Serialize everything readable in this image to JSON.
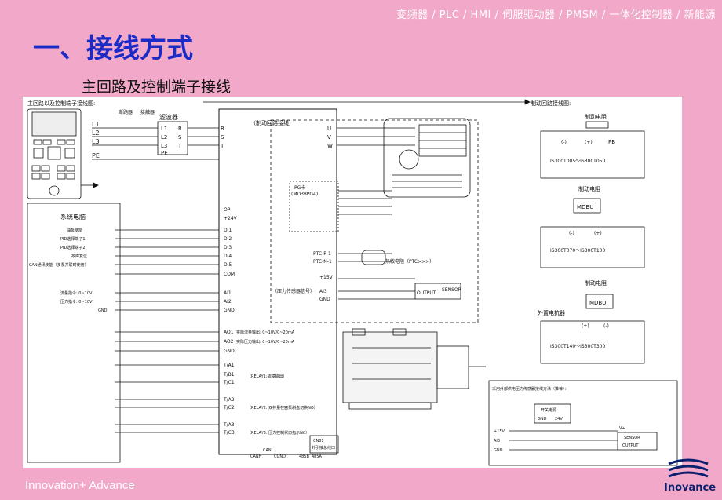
{
  "header": {
    "product_tags": "变频器 / PLC / HMI / 伺服驱动器 / PMSM / 一体化控制器 / 新能源",
    "title": "一、接线方式",
    "subtitle": "主回路及控制端子接线"
  },
  "diagram": {
    "main_caption": "主回路以及控制端子接线图:",
    "brake_caption": "制动回路接线图:",
    "breaker": "断路器",
    "contactor": "接触器",
    "filter": "滤波器",
    "brake_circuit": "（制动回路接线）",
    "mains": [
      "L1",
      "L2",
      "L3"
    ],
    "outputs": [
      "R",
      "S",
      "T"
    ],
    "motor_terms": [
      "U",
      "V",
      "W"
    ],
    "pe": "PE",
    "pe_filter": "PE",
    "pg_card": "PG卡",
    "pg_card_model": "(MD38PG4)",
    "system_computer": "系统电脑",
    "op_terms": [
      "OP",
      "+24V"
    ],
    "di_labels": [
      "油泵使能",
      "PID选择端子1",
      "PID选择端子2",
      "故障复位",
      "CAN通讯使能（多泵并联时使用）"
    ],
    "di_terms": [
      "DI1",
      "DI2",
      "DI3",
      "DI4",
      "DI5",
      "COM"
    ],
    "ai_labels": [
      "流量指令: 0~10V",
      "压力指令: 0~10V",
      "GND"
    ],
    "ai_terms": [
      "AI1",
      "AI2",
      "GND"
    ],
    "ao_terms": [
      "AO1",
      "AO2",
      "GND"
    ],
    "ao_labels": [
      "实际流量输出: 0~10V/0~20mA",
      "实际压力输出: 0~10V/0~20mA"
    ],
    "relay_terms": [
      "T/A1",
      "T/B1",
      "T/C1",
      "T/A2",
      "T/C2",
      "T/A3",
      "T/C3"
    ],
    "relay_labels": [
      "（RELAY1:故障输出）",
      "（RELAY2: 双排量柱塞泵斜盘切换NO）",
      "（RELAY3: 压力控制状态指示NC）"
    ],
    "cn_header": "CN81",
    "cn_sub": "外引接总线口",
    "can_labels": [
      "CANL",
      "CANH",
      "CGND",
      "485B",
      "485A"
    ],
    "ptc_terms": [
      "PTC-P-1",
      "PTC-N-1"
    ],
    "ptc_note": "（PTC>>>）",
    "ptc_cable": "热敏电阻",
    "sensor_terms": [
      "+15V",
      "AI3",
      "GND"
    ],
    "sensor_label": "（压力传感器信号）",
    "sensor_box": "SENSOR",
    "sensor_out": "OUTPUT",
    "brake_resistor": "制动电阻",
    "mdbu": "MDBU",
    "ext_resistor": "外置电抗器",
    "pb": "PB",
    "plus_minus": [
      "(-)",
      "(+)"
    ],
    "model_ranges": [
      "IS300T005～IS300T050",
      "IS300T070～IS300T100",
      "IS300T140～IS300T300"
    ],
    "sensor_method": "采用外部供电压力传感器接线方法（推荐）：",
    "switch_power": "开关电源",
    "gnd": "GND",
    "v24": "24V",
    "vplus": "V+",
    "motor_labels": [
      "U",
      "V",
      "W"
    ]
  },
  "footer": {
    "slogan": "Innovation+ Advance",
    "brand": "Inovance"
  },
  "colors": {
    "background": "#f2a9c9",
    "title": "#1a2bc8",
    "logo_wave": "#0a1f6e"
  }
}
